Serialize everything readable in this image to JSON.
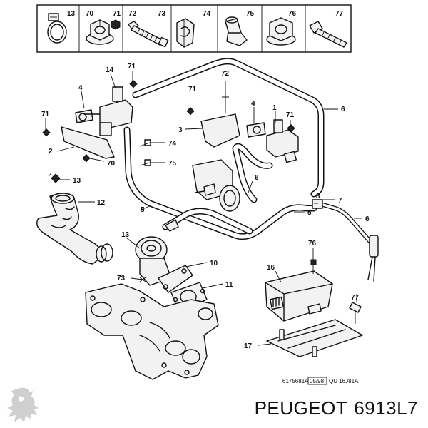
{
  "parts_strip": [
    "13",
    "70",
    "71",
    "72",
    "73",
    "74",
    "75",
    "76",
    "77"
  ],
  "callouts": {
    "c1": "14",
    "c2": "71",
    "c3": "4",
    "c4": "71",
    "c5": "2",
    "c6": "70",
    "c7": "72",
    "c8": "71",
    "c9": "3",
    "c10": "4",
    "c11": "1",
    "c12": "71",
    "c13": "6",
    "c14": "74",
    "c15": "75",
    "c16": "13",
    "c17": "12",
    "c18": "5",
    "c19": "6",
    "c20": "8",
    "c21": "7",
    "c22": "5",
    "c23": "6",
    "c24": "13",
    "c25": "10",
    "c26": "73",
    "c27": "11",
    "c28": "76",
    "c29": "16",
    "c30": "77",
    "c31": "17"
  },
  "drawing_code": "6175681A",
  "drawing_date": "05/98",
  "drawing_ref": "QU 16J81A",
  "brand": {
    "name": "PEUGEOT",
    "part_number": "6913L7",
    "colors": {
      "ink": "#111111",
      "background": "#ffffff",
      "logo": "#cfcfcf"
    }
  }
}
